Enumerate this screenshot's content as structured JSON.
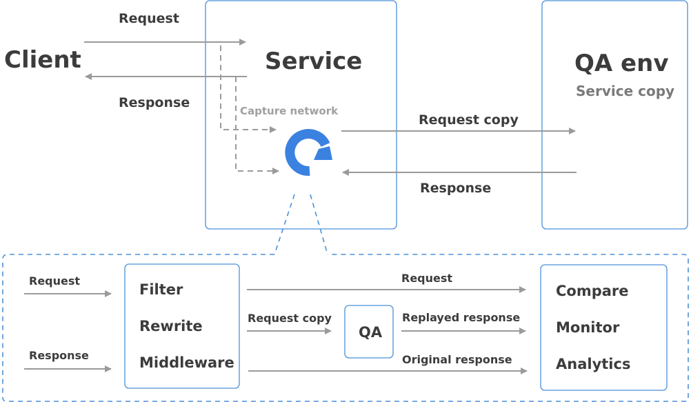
{
  "top": {
    "client_label": "Client",
    "service_label": "Service",
    "qa_env_label": "QA env",
    "qa_env_sub": "Service copy",
    "request_label": "Request",
    "response_label": "Response",
    "capture_label": "Capture network",
    "request_copy_label": "Request copy",
    "qa_response_label": "Response"
  },
  "bottom": {
    "request_in_label": "Request",
    "response_in_label": "Response",
    "middle_box_items": [
      "Filter",
      "Rewrite",
      "Middleware"
    ],
    "request_label": "Request",
    "request_copy_label": "Request copy",
    "qa_label": "QA",
    "replayed_response_label": "Replayed response",
    "original_response_label": "Original response",
    "right_box_items": [
      "Compare",
      "Monitor",
      "Analytics"
    ]
  },
  "colors": {
    "box_border": "#4a90d9",
    "logo": "#3b82e0",
    "arrow": "#9a9a9a"
  },
  "logo_icon": "refresh-logo-icon"
}
